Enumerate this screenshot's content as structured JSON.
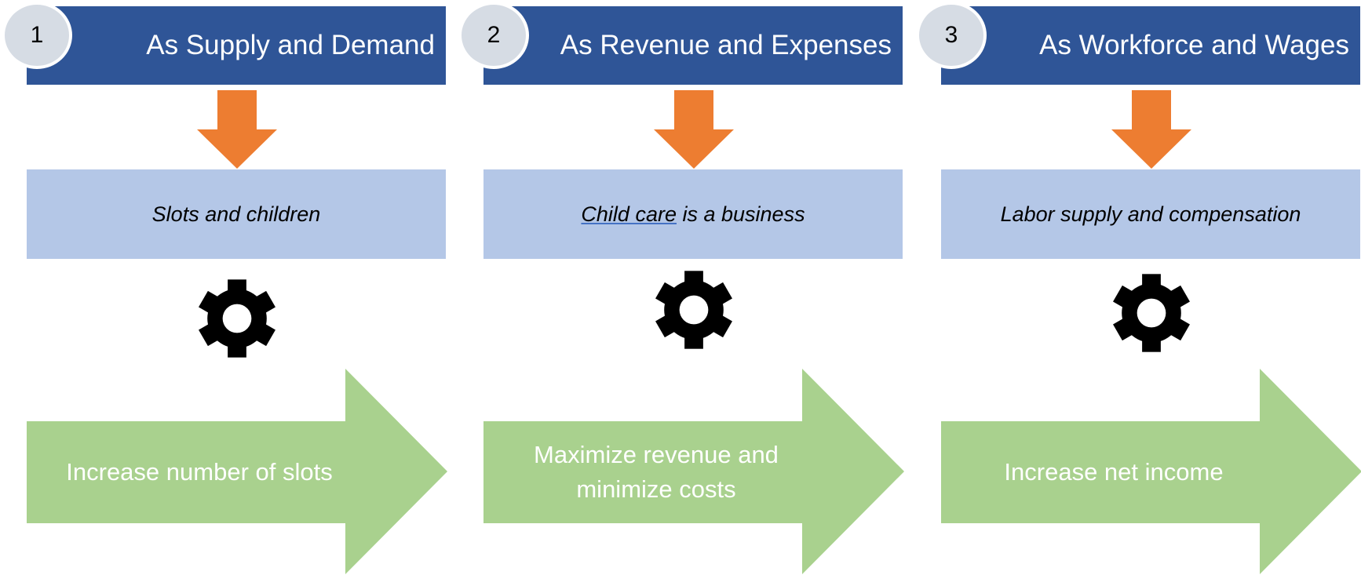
{
  "columns": [
    {
      "number": "1",
      "title": "As Supply and Demand",
      "subtitle_pre": "",
      "subtitle_underlined": "",
      "subtitle": "Slots and children",
      "goal": "Increase number of slots"
    },
    {
      "number": "2",
      "title": "As Revenue and Expenses",
      "subtitle_pre": "",
      "subtitle_underlined": "Child care",
      "subtitle": " is a business",
      "goal": "Maximize revenue and minimize costs"
    },
    {
      "number": "3",
      "title": "As Workforce and Wages",
      "subtitle_pre": "",
      "subtitle_underlined": "",
      "subtitle": "Labor supply and compensation",
      "goal": "Increase net income"
    }
  ],
  "colors": {
    "header_bg": "#2f5597",
    "badge_bg": "#d6dce4",
    "down_arrow": "#ed7d31",
    "subtitle_bg": "#b4c7e7",
    "gear": "#000000",
    "goal_arrow": "#a9d18e"
  },
  "icons": {
    "down_arrow": "orange-down-arrow-icon",
    "gear": "gear-icon",
    "goal": "green-right-arrow"
  }
}
